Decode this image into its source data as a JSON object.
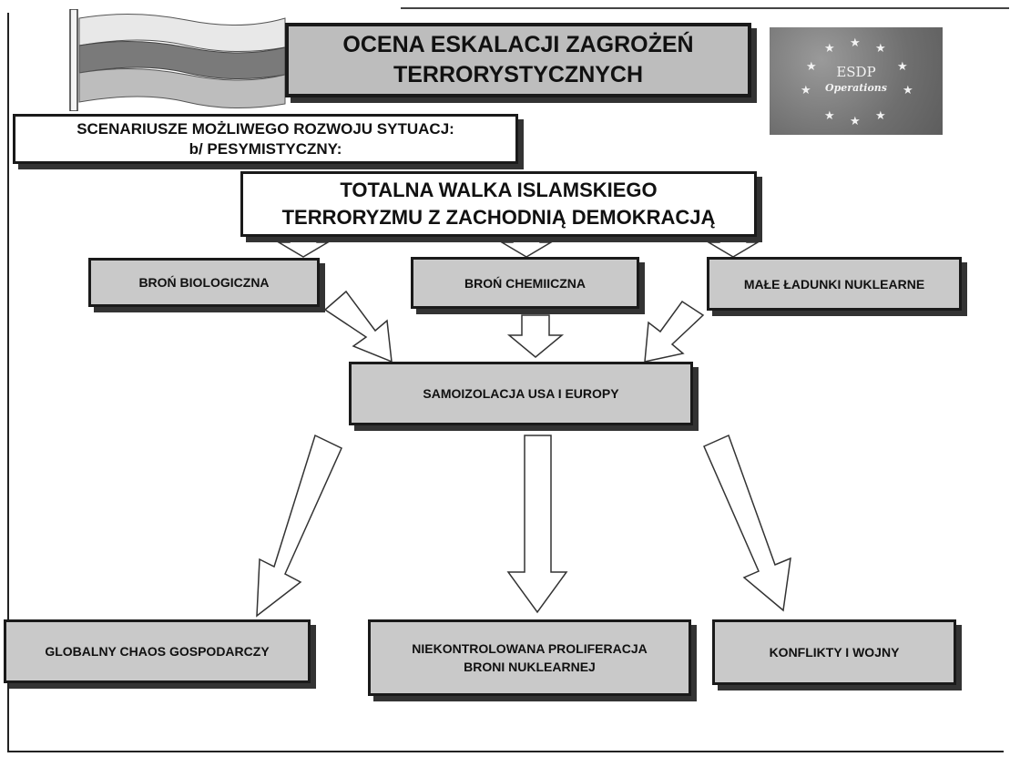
{
  "title": {
    "line1": "OCENA ESKALACJI ZAGROŻEŃ",
    "line2": "TERRORYSTYCZNYCH"
  },
  "scenario": {
    "line1": "SCENARIUSZE MOŻLIWEGO ROZWOJU SYTUACJ:",
    "line2": "b/ PESYMISTYCZNY:"
  },
  "badge": {
    "line1": "ESDP",
    "line2": "Operations"
  },
  "main_box": {
    "line1": "TOTALNA WALKA ISLAMSKIEGO",
    "line2": "TERRORYZMU Z ZACHODNIĄ DEMOKRACJĄ"
  },
  "threats": [
    "BROŃ BIOLOGICZNA",
    "BROŃ CHEMIICZNA",
    "MAŁE ŁADUNKI NUKLEARNE"
  ],
  "center": "SAMOIZOLACJA  USA I EUROPY",
  "outcomes": {
    "left": "GLOBALNY CHAOS GOSPODARCZY",
    "middle_line1": "NIEKONTROLOWANA PROLIFERACJA",
    "middle_line2": "BRONI NUKLEARNEJ",
    "right": "KONFLIKTY I WOJNY"
  },
  "colors": {
    "box_grey": "#c9c9c9",
    "flag_stripe_top": "#e8e8e8",
    "flag_stripe_mid": "#7a7a7a",
    "flag_stripe_bot": "#bdbdbd",
    "badge_background": "#7b7b7b"
  }
}
